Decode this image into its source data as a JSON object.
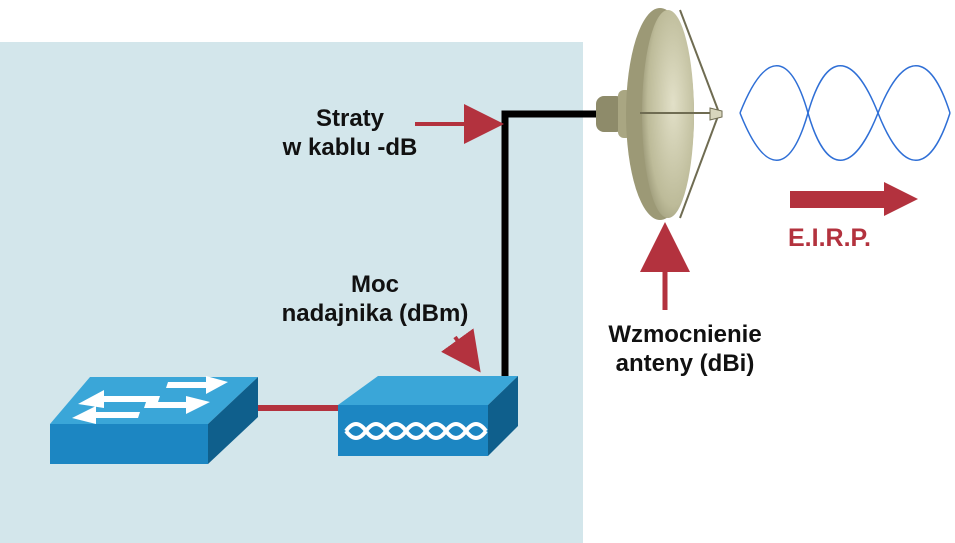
{
  "labels": {
    "cable_losses": "Straty\nw kablu -dB",
    "transmitter_power": "Moc\nnadajnika (dBm)",
    "antenna_gain": "Wzmocnienie\nanteny (dBi)",
    "eirp": "E.I.R.P."
  },
  "colors": {
    "panel_bg": "#d3e6eb",
    "arrow_red": "#b3323e",
    "device_blue_top": "#3aa6d8",
    "device_blue_front": "#1c86c2",
    "device_blue_side": "#0f5f8c",
    "cable": "#000000",
    "signal_wave": "#2f6fd6",
    "dish_face": "#c9c7a8",
    "dish_dark": "#8e8b6a"
  },
  "icons": [
    "switch-icon",
    "access-point-icon",
    "dish-antenna-icon",
    "signal-wave-icon"
  ]
}
